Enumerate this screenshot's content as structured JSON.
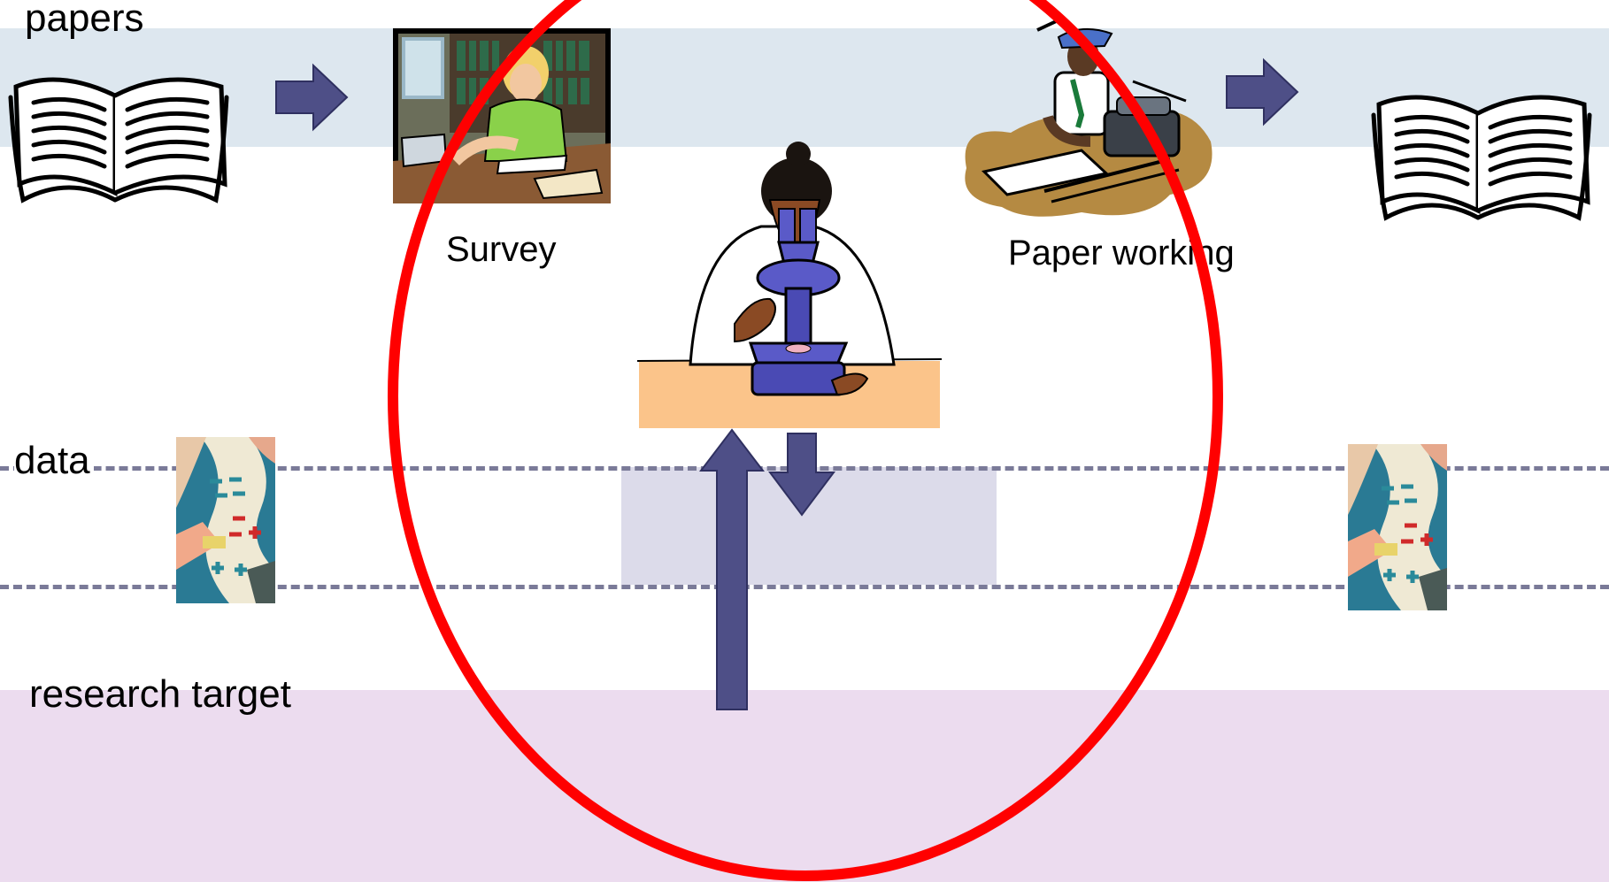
{
  "labels": {
    "papers": "papers",
    "data": "data",
    "research_target": "research target"
  },
  "captions": {
    "survey": "Survey",
    "paper_working": "Paper working"
  },
  "colors": {
    "papers_band": "#dde7ef",
    "research_target_band": "#ecdcef",
    "data_box": "#dcdbea",
    "arrow": "#4e4f87",
    "arrow_border": "#2f3060",
    "ellipse": "#ff0000",
    "dashed_line": "#7a7a98",
    "desk": "#fbc48a"
  },
  "icons": [
    "open-book-icon",
    "right-arrow-icon",
    "survey-reading-clipart",
    "scientist-microscope-clipart",
    "typewriter-writer-clipart",
    "data-sheet-icon",
    "up-arrow-icon",
    "down-arrow-icon"
  ]
}
